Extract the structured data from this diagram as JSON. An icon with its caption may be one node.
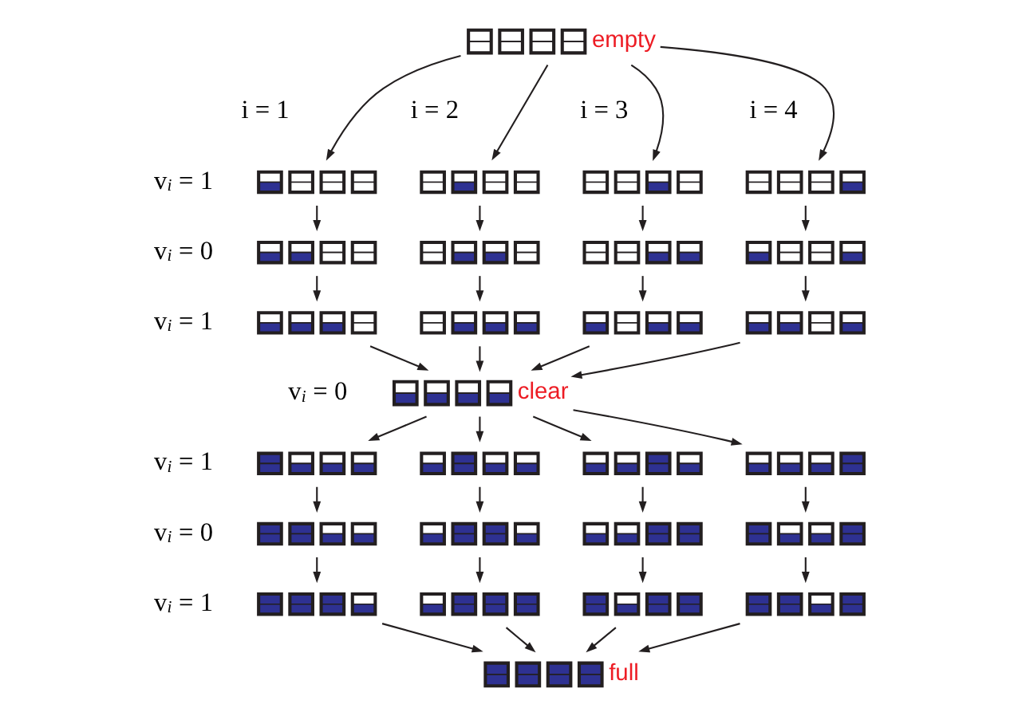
{
  "diagram": {
    "nodes": [
      {
        "text": [],
        "shape": "picture",
        "beside": [
          "empty"
        ]
      },
      {
        "text": [],
        "shape": "picture"
      },
      {
        "text": [],
        "shape": "picture"
      },
      {
        "text": [],
        "shape": "picture"
      },
      {
        "text": [],
        "shape": "picture"
      },
      {
        "text": [],
        "shape": "picture"
      },
      {
        "text": [],
        "shape": "picture"
      },
      {
        "text": [],
        "shape": "picture"
      },
      {
        "text": [],
        "shape": "picture"
      },
      {
        "text": [],
        "shape": "picture"
      },
      {
        "text": [],
        "shape": "picture"
      },
      {
        "text": [],
        "shape": "picture"
      },
      {
        "text": [],
        "shape": "picture"
      },
      {
        "text": [],
        "shape": "picture",
        "beside": [
          "clear"
        ]
      },
      {
        "text": [],
        "shape": "picture"
      },
      {
        "text": [],
        "shape": "picture"
      },
      {
        "text": [],
        "shape": "picture"
      },
      {
        "text": [],
        "shape": "picture"
      },
      {
        "text": [],
        "shape": "picture"
      },
      {
        "text": [],
        "shape": "picture"
      },
      {
        "text": [],
        "shape": "picture"
      },
      {
        "text": [],
        "shape": "picture"
      },
      {
        "text": [],
        "shape": "picture"
      },
      {
        "text": [],
        "shape": "picture"
      },
      {
        "text": [],
        "shape": "picture"
      },
      {
        "text": [],
        "shape": "picture"
      },
      {
        "text": [],
        "shape": "picture",
        "beside": [
          "full"
        ]
      }
    ],
    "edges": [
      {
        "from": 0,
        "to": 1,
        "arrow": "to"
      },
      {
        "from": 0,
        "to": 2,
        "arrow": "to"
      },
      {
        "from": 0,
        "to": 3,
        "arrow": "to"
      },
      {
        "from": 0,
        "to": 4,
        "arrow": "to"
      },
      {
        "from": 1,
        "to": 5,
        "arrow": "to"
      },
      {
        "from": 2,
        "to": 6,
        "arrow": "to"
      },
      {
        "from": 3,
        "to": 7,
        "arrow": "to"
      },
      {
        "from": 4,
        "to": 8,
        "arrow": "to"
      },
      {
        "from": 5,
        "to": 9,
        "arrow": "to"
      },
      {
        "from": 6,
        "to": 10,
        "arrow": "to"
      },
      {
        "from": 7,
        "to": 11,
        "arrow": "to"
      },
      {
        "from": 8,
        "to": 12,
        "arrow": "to"
      },
      {
        "from": 9,
        "to": 13,
        "arrow": "to"
      },
      {
        "from": 10,
        "to": 13,
        "arrow": "to"
      },
      {
        "from": 11,
        "to": 13,
        "arrow": "to"
      },
      {
        "from": 12,
        "to": 13,
        "arrow": "to"
      },
      {
        "from": 13,
        "to": 14,
        "arrow": "to"
      },
      {
        "from": 13,
        "to": 15,
        "arrow": "to"
      },
      {
        "from": 13,
        "to": 16,
        "arrow": "to"
      },
      {
        "from": 13,
        "to": 17,
        "arrow": "to"
      },
      {
        "from": 14,
        "to": 18,
        "arrow": "to"
      },
      {
        "from": 15,
        "to": 19,
        "arrow": "to"
      },
      {
        "from": 16,
        "to": 20,
        "arrow": "to"
      },
      {
        "from": 17,
        "to": 21,
        "arrow": "to"
      },
      {
        "from": 18,
        "to": 22,
        "arrow": "to"
      },
      {
        "from": 19,
        "to": 23,
        "arrow": "to"
      },
      {
        "from": 20,
        "to": 24,
        "arrow": "to"
      },
      {
        "from": 21,
        "to": 25,
        "arrow": "to"
      },
      {
        "from": 22,
        "to": 26,
        "arrow": "to"
      },
      {
        "from": 23,
        "to": 26,
        "arrow": "to"
      },
      {
        "from": 24,
        "to": 26,
        "arrow": "to"
      },
      {
        "from": 25,
        "to": 26,
        "arrow": "to"
      }
    ],
    "labels": [
      "i = 1",
      "i = 2",
      "i = 3",
      "i = 4",
      "v$_{i}$ = 1",
      "v$_{i}$ = 0",
      "v$_{i}$ = 1",
      "v$_{i}$ = 0",
      "v$_{i}$ = 1",
      "v$_{i}$ = 0",
      "v$_{i}$ = 1"
    ]
  }
}
